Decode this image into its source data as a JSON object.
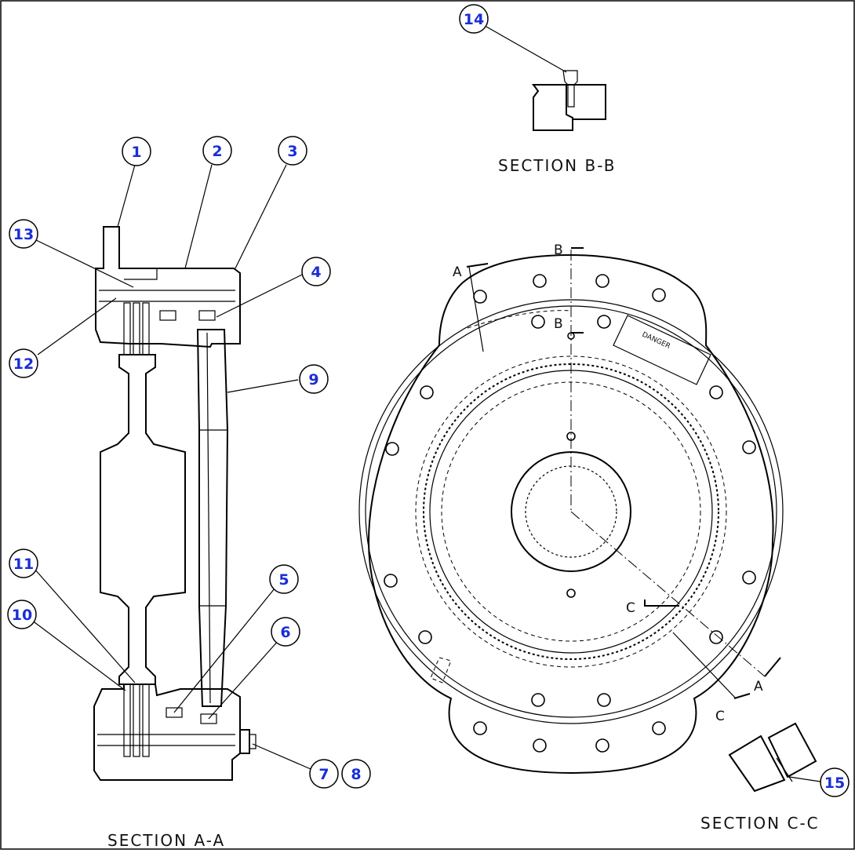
{
  "callouts": [
    "1",
    "2",
    "3",
    "4",
    "5",
    "6",
    "7",
    "8",
    "9",
    "10",
    "11",
    "12",
    "13",
    "14",
    "15"
  ],
  "sections": {
    "aa": "SECTION  A-A",
    "bb": "SECTION  B-B",
    "cc": "SECTION  C-C"
  },
  "cut_letters": {
    "a_top": "A",
    "a_bottom": "A",
    "b_top": "B",
    "b_mid": "B",
    "c_top": "C",
    "c_bottom": "C"
  },
  "plate": {
    "title": "DANGER"
  },
  "colors": {
    "callout": "#1a2fd6",
    "line": "#000000",
    "background": "#ffffff"
  }
}
